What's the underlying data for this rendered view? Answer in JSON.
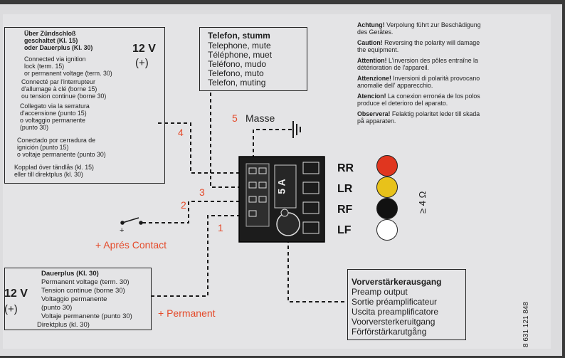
{
  "top_left": {
    "title_lines": [
      "Über Zündschloß",
      "geschaltet (Kl. 15)",
      "oder Dauerplus (Kl. 30)"
    ],
    "voltage": "12 V",
    "polarity": "(+)",
    "lines": [
      "Connected via ignition",
      "lock (term. 15)",
      "or permanent voltage (term. 30)",
      "Connecté par l'interrupteur",
      "d'allumage à clé (borne 15)",
      "ou tension continue (borne 30)",
      "Collegato via la serratura",
      "d'accensione (punto 15)",
      "o voltaggio permanente",
      "(punto 30)",
      "Conectado por cerradura de",
      "ignición (punto 15)",
      "o voltaje permanente (punto 30)",
      "Kopplad över tändlås (kl. 15)",
      "eller till direktplus (kl. 30)"
    ]
  },
  "telefon": {
    "title": "Telefon, stumm",
    "lines": [
      "Telephone, mute",
      "Téléphone, muet",
      "Teléfono, mudo",
      "Telefono, muto",
      "Telefon, muting"
    ]
  },
  "warnings": [
    {
      "label": "Achtung!",
      "text": [
        "Verpolung führt zur Beschädigung",
        "des Gerätes."
      ]
    },
    {
      "label": "Caution!",
      "text": [
        "Reversing the polarity will damage",
        "the equipment."
      ]
    },
    {
      "label": "Attention!",
      "text": [
        "L'inversion des pôles entraîne la",
        "détérioration de l'appareil."
      ]
    },
    {
      "label": "Attenzione!",
      "text": [
        "Inversioni di polarità provocano",
        "anomalie dell' apparecchio."
      ]
    },
    {
      "label": "Atencion!",
      "text": [
        "La conexion erronéa de los polos",
        "produce el deterioro del aparato."
      ]
    },
    {
      "label": "Observera!",
      "text": [
        "Felaktig polaritet leder till skada",
        "på apparaten."
      ]
    }
  ],
  "masse": {
    "number": "5",
    "label": "Masse"
  },
  "wire_numbers": {
    "w4": "4",
    "w3": "3",
    "w2": "2",
    "w1": "1"
  },
  "fuse": "5 A",
  "channels": [
    {
      "label": "RR",
      "color": "#e0361f"
    },
    {
      "label": "LR",
      "color": "#e8c21a"
    },
    {
      "label": "RF",
      "color": "#111111"
    },
    {
      "label": "LF",
      "color": "#ffffff"
    }
  ],
  "impedance": "≥ 4 Ω",
  "apres_contact": "+ Aprés Contact",
  "permanent": "+ Permanent",
  "bottom_left": {
    "voltage": "12 V",
    "polarity": "(+)",
    "title": "Dauerplus (Kl. 30)",
    "lines": [
      "Permanent voltage (term. 30)",
      "Tension continue (borne 30)",
      "Voltaggio permanente",
      "(punto 30)",
      "Voltaje permanente (punto 30)",
      "Direktplus (kl. 30)"
    ]
  },
  "preamp": {
    "title": "Vorverstärkerausgang",
    "lines": [
      "Preamp output",
      "Sortie préamplificateur",
      "Uscita preamplificatore",
      "Voorversterkeruitgang",
      "Förförstärkarutgång"
    ]
  },
  "part_number": "8 631 121 848"
}
